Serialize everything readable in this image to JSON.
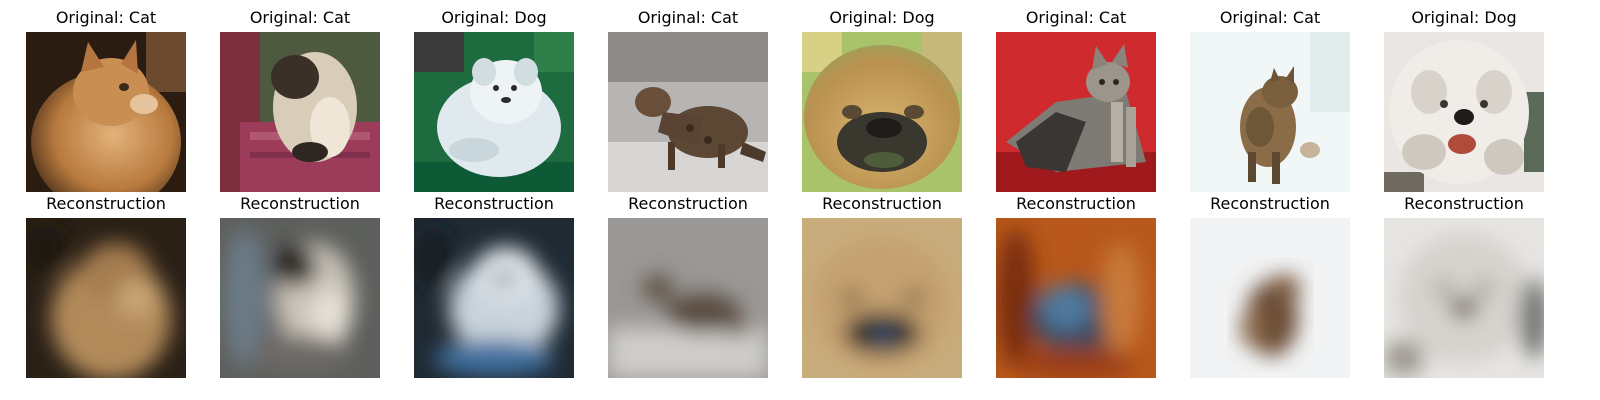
{
  "columns": [
    {
      "original_title": "Original: Cat",
      "reconstruction_title": "Reconstruction",
      "subject": "cat"
    },
    {
      "original_title": "Original: Cat",
      "reconstruction_title": "Reconstruction",
      "subject": "cat"
    },
    {
      "original_title": "Original: Dog",
      "reconstruction_title": "Reconstruction",
      "subject": "dog"
    },
    {
      "original_title": "Original: Cat",
      "reconstruction_title": "Reconstruction",
      "subject": "cat"
    },
    {
      "original_title": "Original: Dog",
      "reconstruction_title": "Reconstruction",
      "subject": "dog"
    },
    {
      "original_title": "Original: Cat",
      "reconstruction_title": "Reconstruction",
      "subject": "cat"
    },
    {
      "original_title": "Original: Cat",
      "reconstruction_title": "Reconstruction",
      "subject": "cat"
    },
    {
      "original_title": "Original: Dog",
      "reconstruction_title": "Reconstruction",
      "subject": "dog"
    }
  ]
}
